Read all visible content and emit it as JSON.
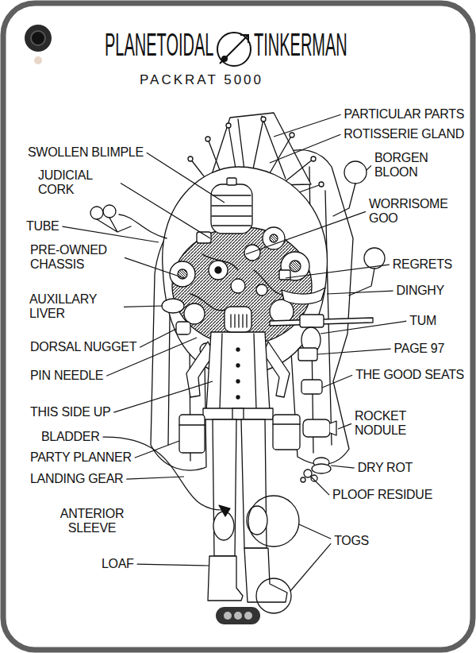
{
  "diagram": {
    "labels": [
      "PLANETOIDAL",
      "TINKERMAN",
      "PACKRAT 5000",
      "PARTICULAR PARTS",
      "ROTISSERIE GLAND",
      "BORGEN BLOON",
      "WORRISOME GOO",
      "REGRETS",
      "DINGHY",
      "TUM",
      "PAGE 97",
      "THE GOOD SEATS",
      "ROCKET NODULE",
      "DRY ROT",
      "PLOOF RESIDUE",
      "TOGS",
      "SWOLLEN BLIMPLE",
      "JUDICIAL CORK",
      "TUBE",
      "PRE-OWNED CHASSIS",
      "AUXILLARY LIVER",
      "DORSAL NUGGET",
      "PIN NEEDLE",
      "THIS SIDE UP",
      "BLADDER",
      "PARTY PLANNER",
      "LANDING GEAR",
      "ANTERIOR SLEEVE",
      "LOAF"
    ]
  }
}
